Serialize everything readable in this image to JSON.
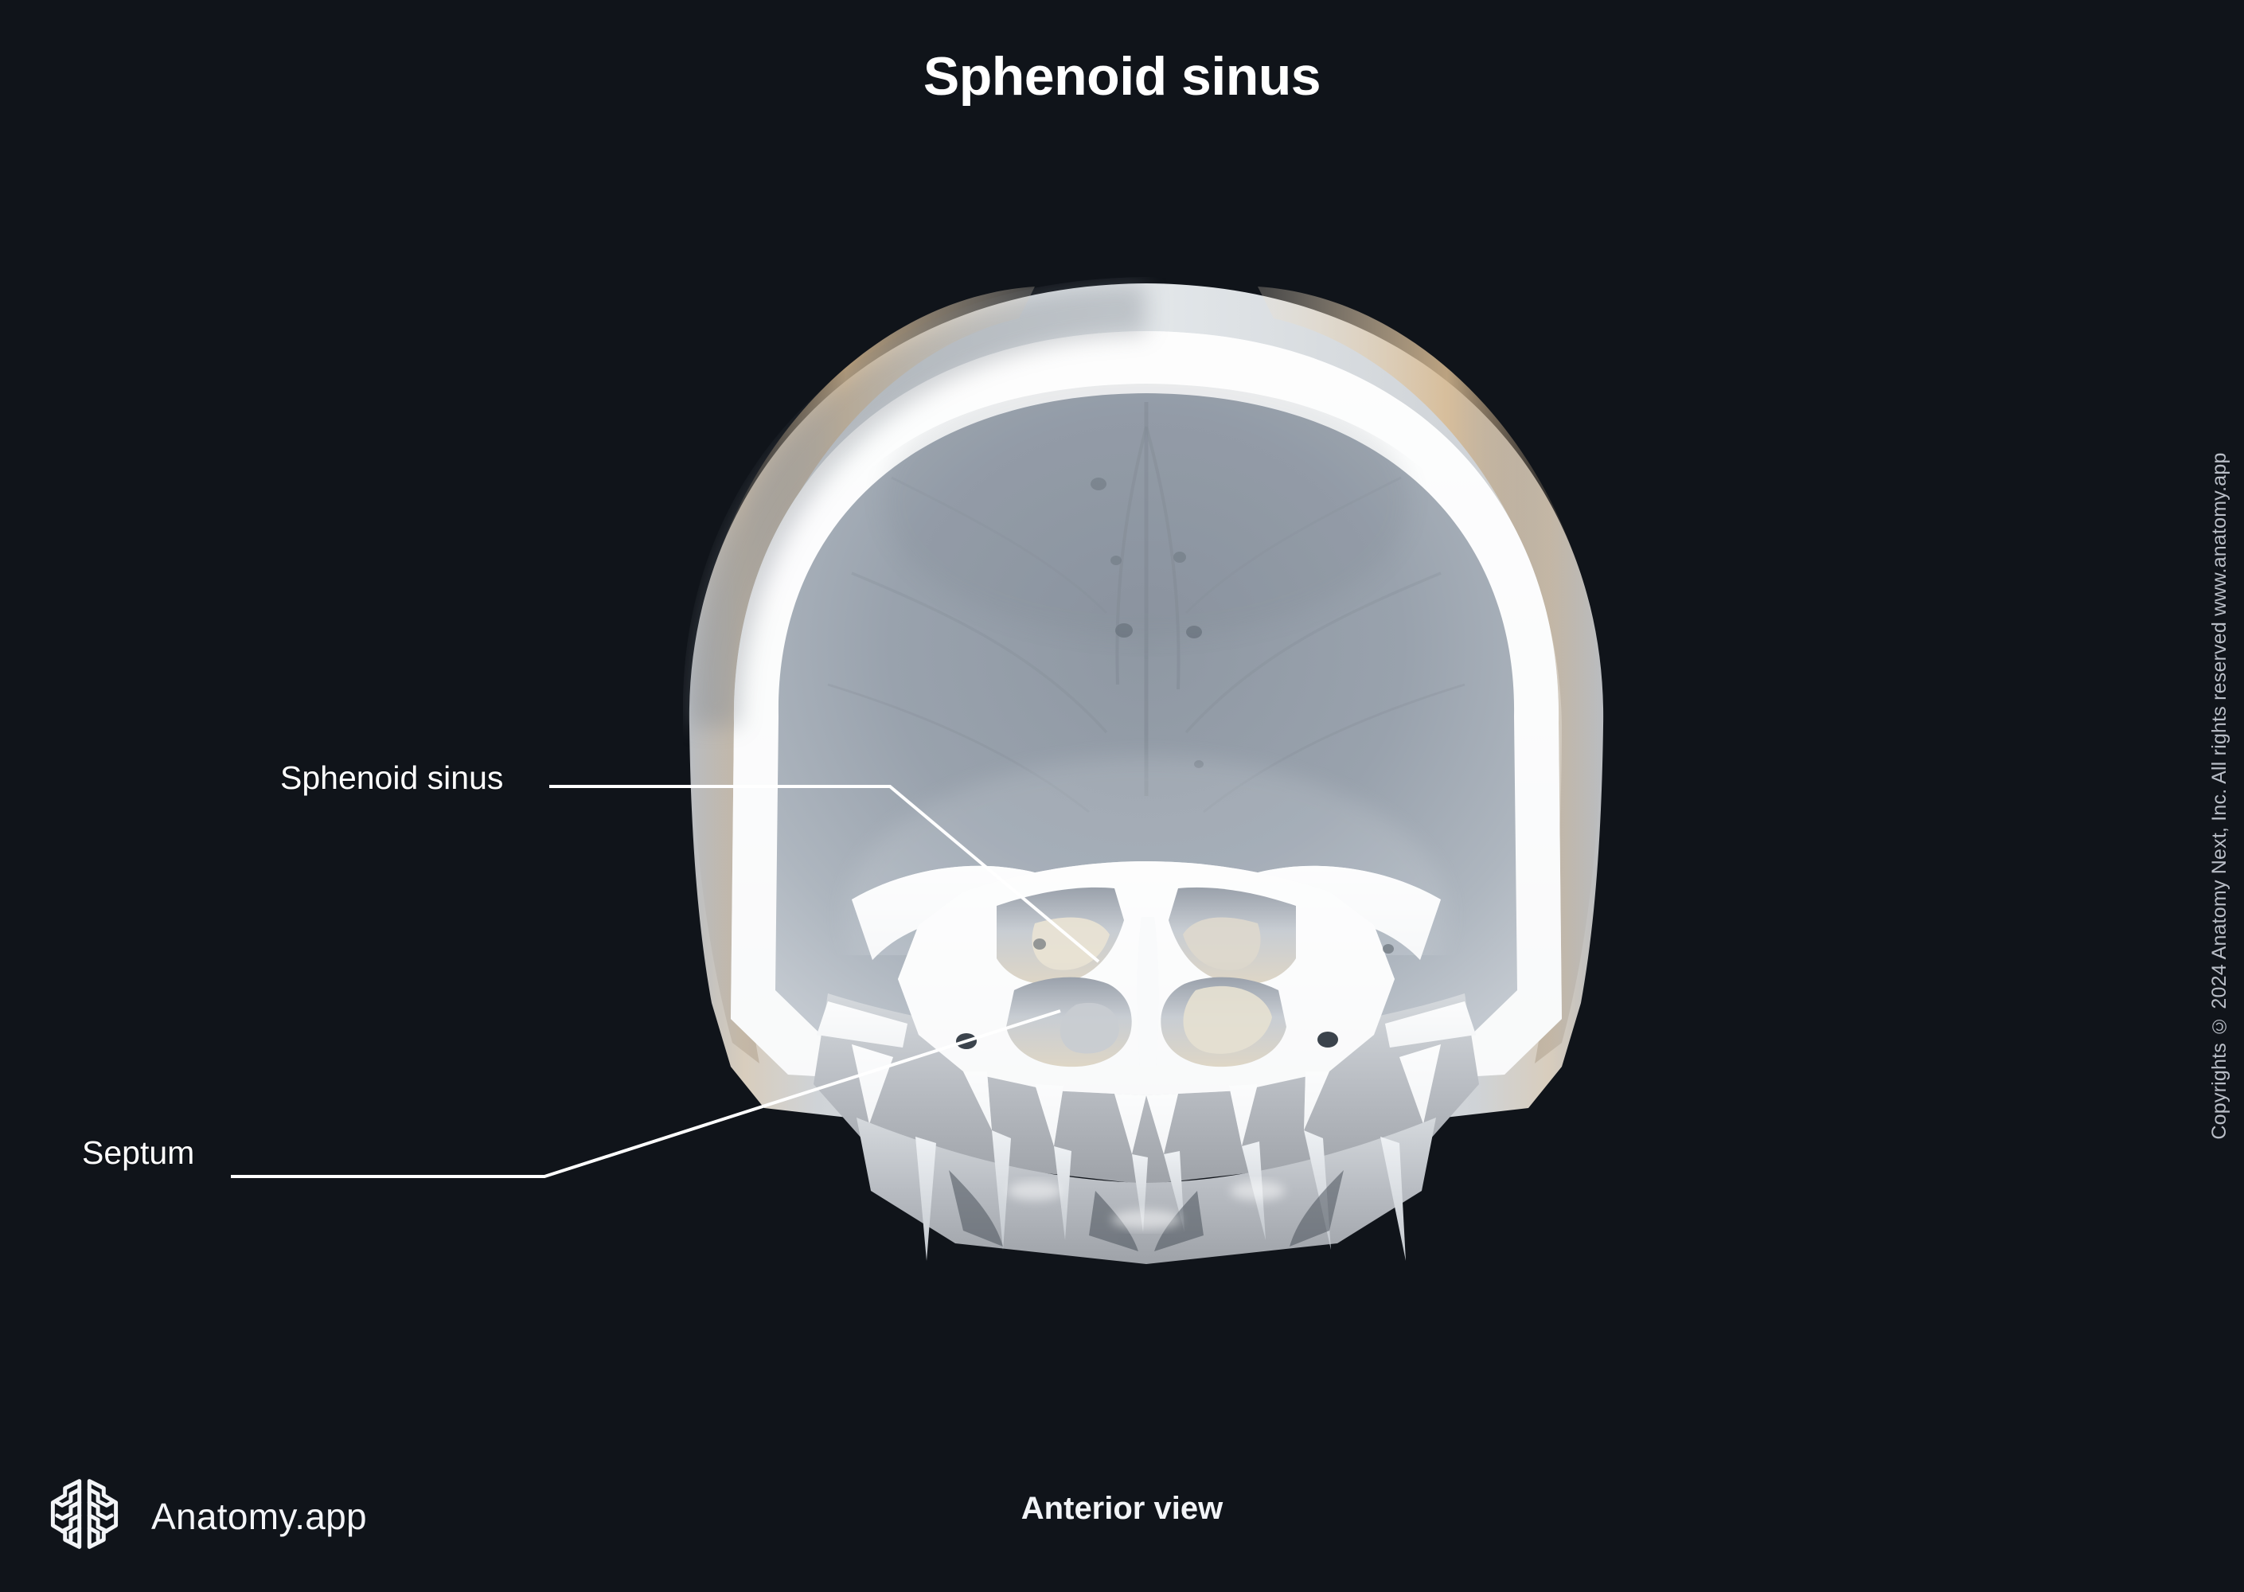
{
  "page": {
    "background_color": "#10141a",
    "title": "Sphenoid sinus",
    "view_caption": "Anterior view"
  },
  "annotations": [
    {
      "id": "sphenoid-sinus",
      "label": "Sphenoid sinus"
    },
    {
      "id": "septum",
      "label": "Septum"
    }
  ],
  "labels": {
    "sphenoid_sinus": "Sphenoid sinus",
    "septum": "Septum"
  },
  "brand": {
    "name": "Anatomy.app",
    "logo_icon": "brain-hexagon-icon"
  },
  "copyright": {
    "text": "Copyrights © 2024 Anatomy Next, Inc. All rights reserved www.anatomy.app"
  },
  "colors": {
    "background": "#10141a",
    "text_primary": "#ffffff",
    "text_muted": "#b9bec7",
    "leader_line": "#ffffff",
    "bone_cortical": "#eef1f4",
    "bone_spongy": "#dfe4e9",
    "cranial_cavity": "#9aa3ad",
    "warm_highlight": "#d9bb94"
  },
  "illustration": {
    "subject": "skull-coronal-section",
    "view": "anterior",
    "structures": [
      "cranial vault",
      "diploe",
      "sphenoid body",
      "sphenoid sinus",
      "sphenoid sinus septum",
      "greater wing of sphenoid",
      "maxilla",
      "tooth roots"
    ]
  }
}
